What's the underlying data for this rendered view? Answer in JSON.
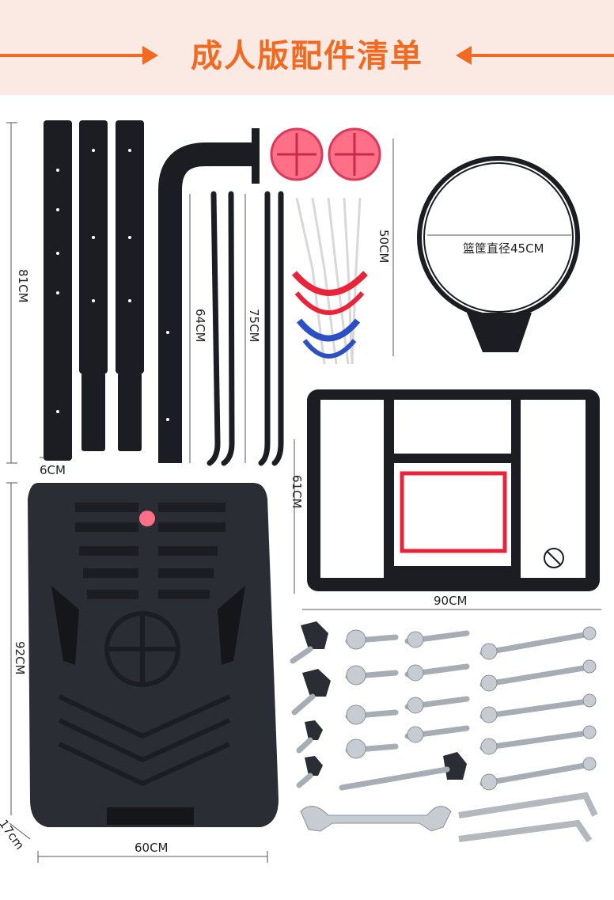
{
  "header": {
    "title": "成人版配件清单"
  },
  "dimensions": {
    "pole_height": "81CM",
    "pole_width": "6CM",
    "brace_short": "64CM",
    "brace_long": "75CM",
    "net_height": "50CM",
    "rim_diameter": "篮筐直径45CM",
    "backboard_height": "61CM",
    "backboard_width": "90CM",
    "base_height": "92CM",
    "base_width": "60CM",
    "base_depth": "17cm"
  },
  "colors": {
    "accent": "#f26a21",
    "header_bg": "#fbe9e3",
    "parts": "#1b1d22",
    "rim_red": "#e8243a"
  }
}
